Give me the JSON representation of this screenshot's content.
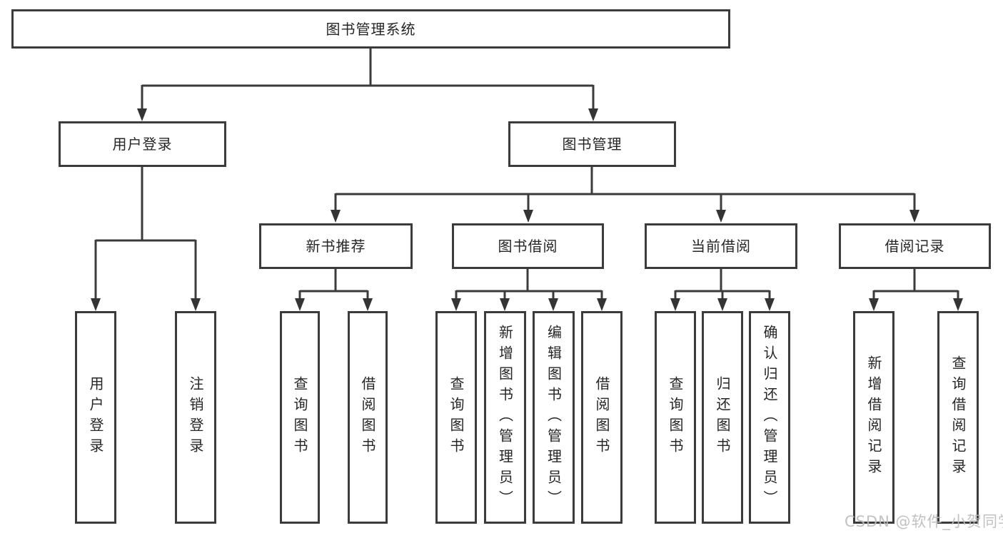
{
  "diagram": {
    "type": "hierarchy-tree",
    "title": "图书管理系统",
    "line_color": "#3b3b3b",
    "text_color": "#262626",
    "background_color": "#ffffff",
    "watermark": "CSDN @软件_小贺同学",
    "watermark_color": "#bcbcbc"
  },
  "nodes": {
    "root": {
      "label": "图书管理系统"
    },
    "user_login": {
      "label": "用户登录"
    },
    "book_mgmt": {
      "label": "图书管理"
    },
    "new_book_rec": {
      "label": "新书推荐"
    },
    "book_borrow": {
      "label": "图书借阅"
    },
    "current_borrow": {
      "label": "当前借阅"
    },
    "borrow_record": {
      "label": "借阅记录"
    },
    "leaf_user_login": {
      "label": "用户登录"
    },
    "leaf_logout": {
      "label": "注销登录"
    },
    "leaf_query_book_1": {
      "label": "查询图书"
    },
    "leaf_borrow_book_1": {
      "label": "借阅图书"
    },
    "leaf_query_book_2": {
      "label": "查询图书"
    },
    "leaf_add_book": {
      "label": "新增图书（管理员）"
    },
    "leaf_edit_book": {
      "label": "编辑图书（管理员）"
    },
    "leaf_borrow_book_2": {
      "label": "借阅图书"
    },
    "leaf_query_book_3": {
      "label": "查询图书"
    },
    "leaf_return_book": {
      "label": "归还图书"
    },
    "leaf_confirm_return": {
      "label": "确认归还（管理员）"
    },
    "leaf_add_record": {
      "label": "新增借阅记录"
    },
    "leaf_query_record": {
      "label": "查询借阅记录"
    }
  },
  "edges": [
    {
      "from": "root",
      "to": "user_login"
    },
    {
      "from": "root",
      "to": "book_mgmt"
    },
    {
      "from": "user_login",
      "to": "leaf_user_login"
    },
    {
      "from": "user_login",
      "to": "leaf_logout"
    },
    {
      "from": "book_mgmt",
      "to": "new_book_rec"
    },
    {
      "from": "book_mgmt",
      "to": "book_borrow"
    },
    {
      "from": "book_mgmt",
      "to": "current_borrow"
    },
    {
      "from": "book_mgmt",
      "to": "borrow_record"
    },
    {
      "from": "new_book_rec",
      "to": "leaf_query_book_1"
    },
    {
      "from": "new_book_rec",
      "to": "leaf_borrow_book_1"
    },
    {
      "from": "book_borrow",
      "to": "leaf_query_book_2"
    },
    {
      "from": "book_borrow",
      "to": "leaf_add_book"
    },
    {
      "from": "book_borrow",
      "to": "leaf_edit_book"
    },
    {
      "from": "book_borrow",
      "to": "leaf_borrow_book_2"
    },
    {
      "from": "current_borrow",
      "to": "leaf_query_book_3"
    },
    {
      "from": "current_borrow",
      "to": "leaf_return_book"
    },
    {
      "from": "current_borrow",
      "to": "leaf_confirm_return"
    },
    {
      "from": "borrow_record",
      "to": "leaf_add_record"
    },
    {
      "from": "borrow_record",
      "to": "leaf_query_record"
    }
  ]
}
